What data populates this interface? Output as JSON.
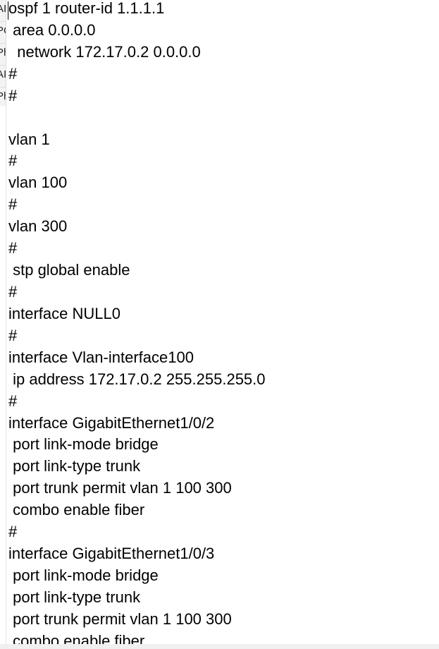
{
  "background_window": {
    "clipped_labels": [
      "AI",
      "PC",
      "Ph",
      "AI",
      "Ph"
    ]
  },
  "editor": {
    "lines": [
      "ospf 1 router-id 1.1.1.1",
      " area 0.0.0.0",
      "  network 172.17.0.2 0.0.0.0",
      "#",
      "#",
      "",
      "vlan 1",
      "#",
      "vlan 100",
      "#",
      "vlan 300",
      "#",
      " stp global enable",
      "#",
      "interface NULL0",
      "#",
      "interface Vlan-interface100",
      " ip address 172.17.0.2 255.255.255.0",
      "#",
      "interface GigabitEthernet1/0/2",
      " port link-mode bridge",
      " port link-type trunk",
      " port trunk permit vlan 1 100 300",
      " combo enable fiber",
      "#",
      "interface GigabitEthernet1/0/3",
      " port link-mode bridge",
      " port link-type trunk",
      " port trunk permit vlan 1 100 300",
      " combo enable fiber"
    ]
  }
}
